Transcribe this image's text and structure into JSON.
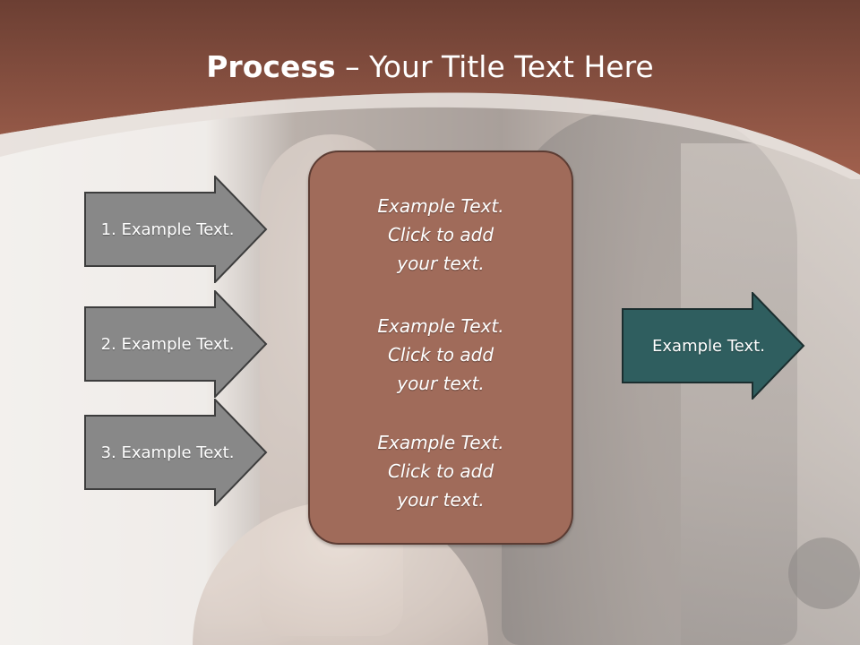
{
  "slide": {
    "title_bold": "Process",
    "title_rest": " – Your Title Text Here"
  },
  "steps": [
    {
      "label": "1. Example Text."
    },
    {
      "label": "2. Example Text."
    },
    {
      "label": "3. Example Text."
    }
  ],
  "center": [
    {
      "line1": "Example Text.",
      "line2": "Click  to add",
      "line3": "your text."
    },
    {
      "line1": "Example Text.",
      "line2": "Click  to add",
      "line3": "your text."
    },
    {
      "line1": "Example Text.",
      "line2": "Click  to add",
      "line3": "your text."
    }
  ],
  "result": {
    "label": "Example Text."
  },
  "colors": {
    "header": "#8a4c3c",
    "step_arrow": "#888888",
    "center_box": "#a06b5a",
    "result_arrow": "#2f5e5f"
  }
}
